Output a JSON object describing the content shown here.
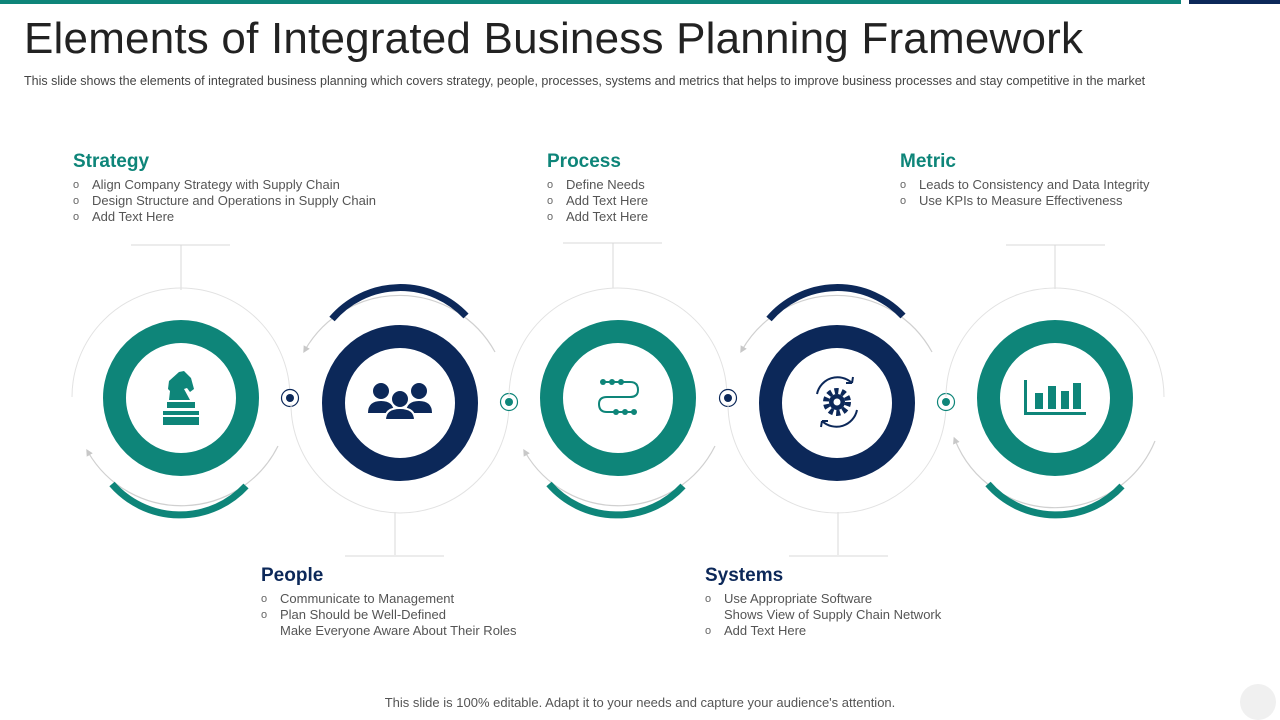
{
  "title": "Elements of Integrated Business Planning Framework",
  "subtitle": "This slide shows the elements of integrated business planning which covers strategy, people, processes, systems and metrics that helps to improve  business processes and stay competitive  in the market",
  "colors": {
    "teal": "#0e8579",
    "navy": "#0c2859",
    "grey_line": "#d9d9d9"
  },
  "elements": [
    {
      "heading": "Strategy",
      "icon": "chess-knight-icon",
      "color": "teal",
      "bullets": [
        "Align Company Strategy with Supply Chain",
        "Design Structure and Operations in Supply Chain",
        "Add Text Here"
      ]
    },
    {
      "heading": "People",
      "icon": "team-icon",
      "color": "navy",
      "bullets": [
        "Communicate to Management",
        "Plan Should be Well-Defined",
        "Make Everyone  Aware About Their Roles"
      ]
    },
    {
      "heading": "Process",
      "icon": "process-flow-icon",
      "color": "teal",
      "bullets": [
        "Define Needs",
        "Add Text Here",
        "Add Text Here"
      ]
    },
    {
      "heading": "Systems",
      "icon": "gear-sync-icon",
      "color": "navy",
      "bullets": [
        "Use Appropriate Software",
        "Shows View of Supply Chain Network",
        "Add Text Here"
      ]
    },
    {
      "heading": "Metric",
      "icon": "bar-chart-icon",
      "color": "teal",
      "bullets": [
        "Leads to Consistency and Data Integrity",
        "Use KPIs to Measure Effectiveness"
      ]
    }
  ],
  "footer": "This slide is 100% editable. Adapt it to your needs and capture your audience's attention."
}
